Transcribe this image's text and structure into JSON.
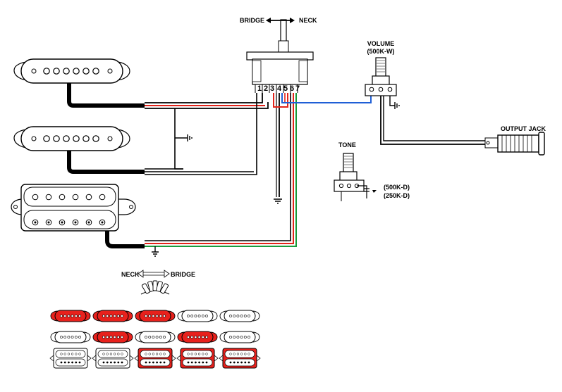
{
  "switch": {
    "direction_left": "BRIDGE",
    "direction_right": "NECK",
    "terminals": [
      "1",
      "2",
      "3",
      "4",
      "5",
      "6",
      "7"
    ]
  },
  "volume": {
    "title": "VOLUME",
    "value": "(500K-W)"
  },
  "tone": {
    "title": "TONE",
    "value_a": "(500K-D)",
    "value_b": "(250K-D)"
  },
  "output_jack": {
    "label": "OUTPUT JACK"
  },
  "selector": {
    "left_label": "NECK",
    "right_label": "BRIDGE"
  },
  "wire_colors": {
    "black": "#000000",
    "red": "#e2231a",
    "white": "#ffffff",
    "green": "#1a9a3a",
    "blue": "#1f5fd6",
    "active": "#e8211c"
  },
  "pickups": [
    {
      "position": "neck",
      "type": "single-coil"
    },
    {
      "position": "middle",
      "type": "single-coil"
    },
    {
      "position": "bridge",
      "type": "humbucker"
    }
  ],
  "switch_positions": [
    {
      "neck": true,
      "middle": false,
      "bridge": false
    },
    {
      "neck": true,
      "middle": true,
      "bridge": false
    },
    {
      "neck": true,
      "middle": false,
      "bridge": true
    },
    {
      "neck": false,
      "middle": true,
      "bridge": true
    },
    {
      "neck": false,
      "middle": false,
      "bridge": true
    }
  ]
}
